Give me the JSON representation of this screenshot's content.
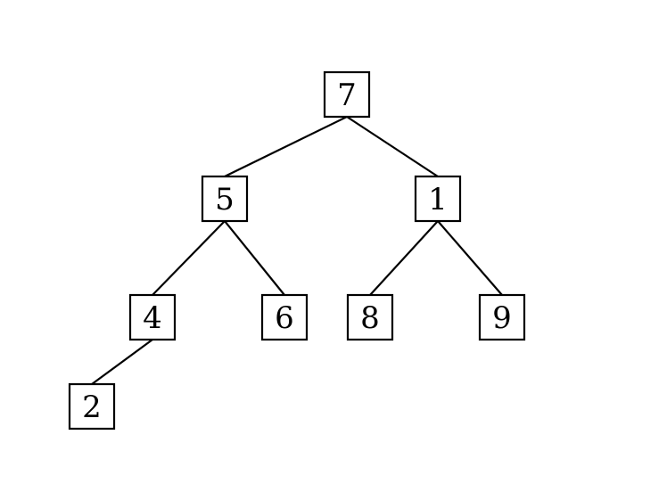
{
  "tree": {
    "nodes": [
      {
        "id": "n7",
        "label": "7"
      },
      {
        "id": "n5",
        "label": "5"
      },
      {
        "id": "n1",
        "label": "1"
      },
      {
        "id": "n4",
        "label": "4"
      },
      {
        "id": "n6",
        "label": "6"
      },
      {
        "id": "n8",
        "label": "8"
      },
      {
        "id": "n9",
        "label": "9"
      },
      {
        "id": "n2",
        "label": "2"
      }
    ],
    "edges": [
      {
        "from": "n7",
        "to": "n5"
      },
      {
        "from": "n7",
        "to": "n1"
      },
      {
        "from": "n5",
        "to": "n4"
      },
      {
        "from": "n5",
        "to": "n6"
      },
      {
        "from": "n1",
        "to": "n8"
      },
      {
        "from": "n1",
        "to": "n9"
      },
      {
        "from": "n4",
        "to": "n2"
      }
    ]
  },
  "colors": {
    "stroke": "#000000",
    "background": "#ffffff"
  }
}
